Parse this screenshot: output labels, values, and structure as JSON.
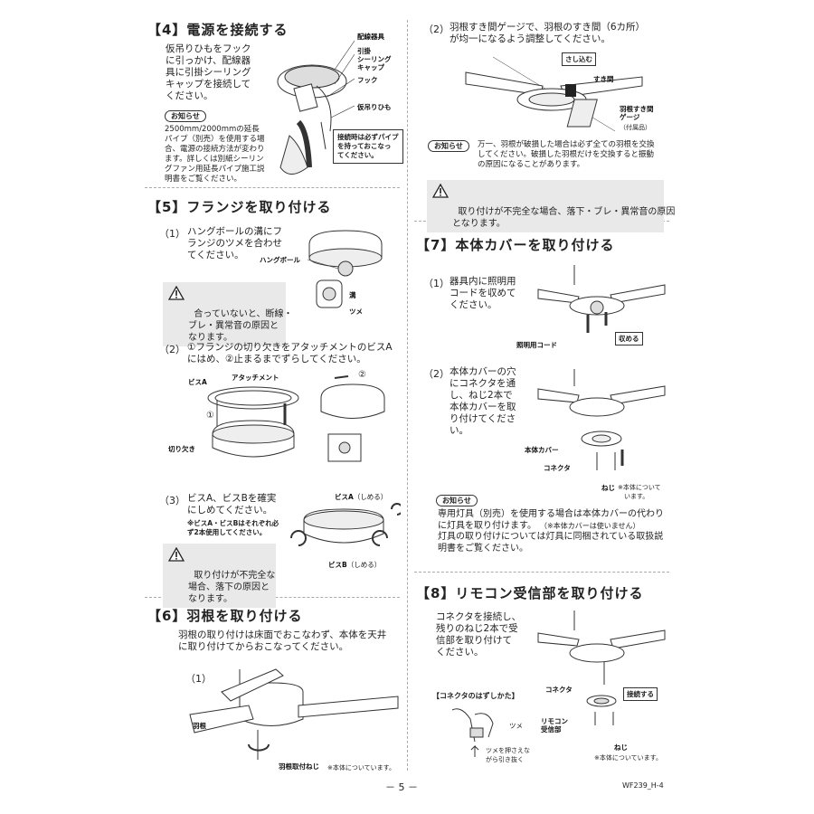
{
  "s4": {
    "title": "【4】電源を接続する",
    "text": "仮吊りひもをフック\nに引っかけ、配線器\n具に引掛シーリング\nキャップを接続して\nください。",
    "notice_badge": "お知らせ",
    "notice_text": "2500mm/2000mmの延長\nパイプ（別売）を使用する場\n合、電源の接続方法が変わり\nます。詳しくは別紙シーリン\nグファン用延長パイプ施工説\n明書をご覧ください。",
    "labels": {
      "haisen": "配線器具",
      "hikkake": "引掛\nシーリング\nキャップ",
      "hook": "フック",
      "karitsuri": "仮吊りひも",
      "pipe_note": "接続時は必ずパイプ\nを持っておこなっ\nてください。"
    }
  },
  "s5": {
    "title": "【5】フランジを取り付ける",
    "step1_num": "（1）",
    "step1_text": "ハングボールの溝にフ\nランジのツメを合わせ\nてください。",
    "step1_warn": "合っていないと、断線・\nブレ・異常音の原因と\nなります。",
    "step1_labels": {
      "hangball": "ハングボール",
      "mizo": "溝",
      "tsume": "ツメ"
    },
    "step2_num": "（2）",
    "step2_text": "①フランジの切り欠きをアタッチメントのビスA\nにはめ、②止まるまでずらしてください。",
    "step2_labels": {
      "bisuA": "ビスA",
      "attachment": "アタッチメント",
      "kirikaki": "切り欠き",
      "c1": "①",
      "c2": "②"
    },
    "step3_num": "（3）",
    "step3_text": "ビスA、ビスBを確実\nにしめてください。",
    "step3_note": "※ビスA・ビスBはそれぞれ必\nず2本使用してください。",
    "step3_warn": "取り付けが不完全な\n場合、落下の原因と\nなります。",
    "step3_labels": {
      "bisuA": "ビスA",
      "bisuA_sub": "（しめる）",
      "bisuB": "ビスB",
      "bisuB_sub": "（しめる）"
    }
  },
  "s6": {
    "title": "【6】羽根を取り付ける",
    "text": "羽根の取り付けは床面でおこなわず、本体を天井\nに取り付けてからおこなってください。",
    "step1_num": "（1）",
    "labels": {
      "hane": "羽根",
      "screw": "羽根取付ねじ",
      "screw_note": "※本体についています。"
    }
  },
  "s6b": {
    "step2_num": "（2）",
    "step2_text": "羽根すき間ゲージで、羽根のすき間（6カ所）\nが均一になるよう調整してください。",
    "labels": {
      "sashikomu": "さし込む",
      "sukima": "すき間",
      "gauge": "羽根すき間\nゲージ",
      "gauge_sub": "（付属品）"
    },
    "notice_badge": "お知らせ",
    "notice_text": "万一、羽根が破損した場合は必ず全ての羽根を交換\nしてください。破損した羽根だけを交換すると振動\nの原因になることがあります。",
    "warn": "取り付けが不完全な場合、落下・ブレ・異常音の原因\nとなります。"
  },
  "s7": {
    "title": "【7】本体カバーを取り付ける",
    "step1_num": "（1）",
    "step1_text": "器具内に照明用\nコードを収めて\nください。",
    "step1_labels": {
      "cord": "照明用コード",
      "osameru": "収める"
    },
    "step2_num": "（2）",
    "step2_text": "本体カバーの穴\nにコネクタを通\nし、ねじ2本で\n本体カバーを取\nり付けてくださ\nい。",
    "step2_labels": {
      "cover": "本体カバー",
      "connector": "コネクタ",
      "neji": "ねじ",
      "neji_note": "※本体について\n　います。"
    },
    "notice_badge": "お知らせ",
    "notice_text1": "専用灯具（別売）を使用する場合は本体カバーの代わり\nに灯具を取り付けます。",
    "notice_text1b": "（※本体カバーは使いません）",
    "notice_text2": "灯具の取り付けについては灯具に同梱されている取扱説\n明書をご覧ください。"
  },
  "s8": {
    "title": "【8】リモコン受信部を取り付ける",
    "text": "コネクタを接続し、\n残りのねじ2本で受\n信部を取り付けて\nください。",
    "connector_title": "【コネクタのはずしかた】",
    "labels": {
      "tsume": "ツメ",
      "push": "ツメを押さえな\nがら引き抜く",
      "connector": "コネクタ",
      "connect": "接続する",
      "receiver": "リモコン\n受信部",
      "neji": "ねじ",
      "neji_note": "※本体についています。"
    }
  },
  "footer": {
    "page": "－ 5 －",
    "code": "WF239_H-4"
  }
}
